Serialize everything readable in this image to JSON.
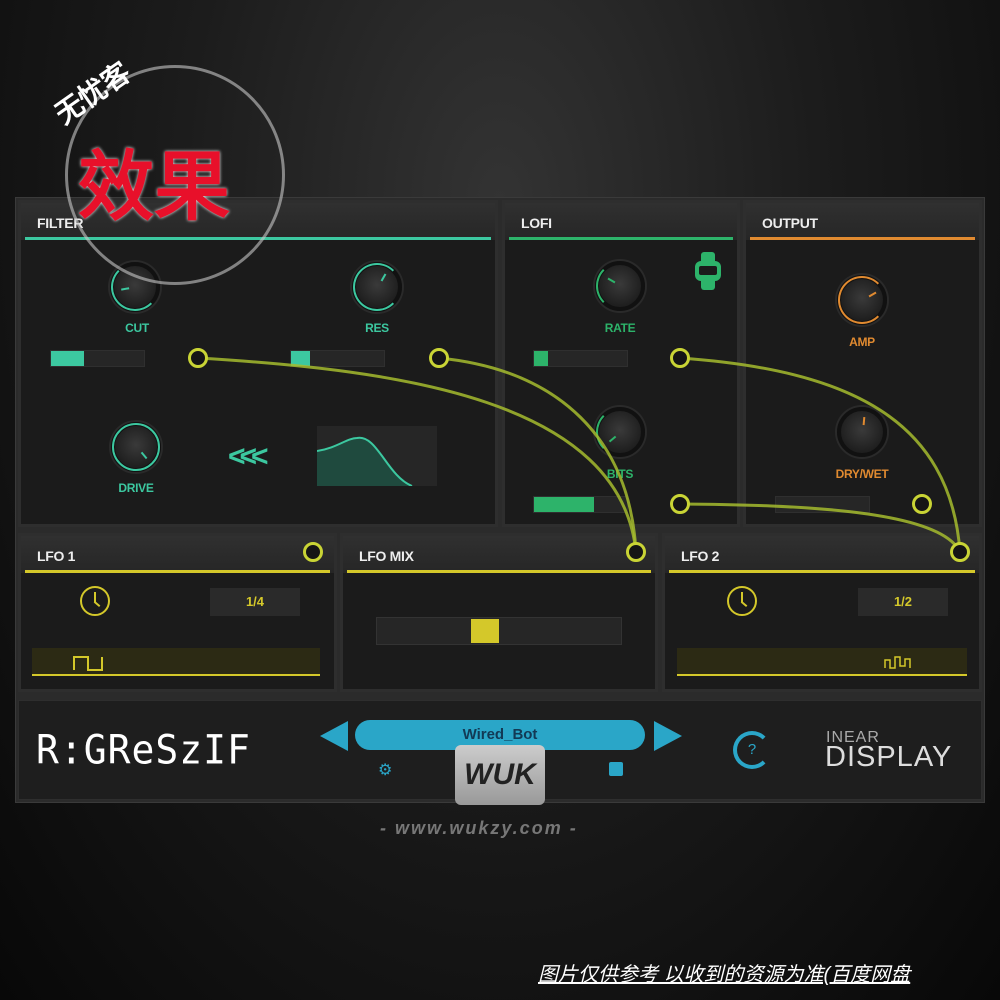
{
  "colors": {
    "filter": "#3cc8a0",
    "lofi": "#2db36a",
    "output": "#e08a30",
    "lfo": "#d4c82a",
    "cable": "#b9cc3a",
    "preset": "#2aa6c8"
  },
  "filter": {
    "title": "FILTER",
    "knobs": [
      {
        "label": "CUT",
        "value": 0.25
      },
      {
        "label": "RES",
        "value": 0.65
      },
      {
        "label": "DRIVE",
        "value": 0.75
      }
    ],
    "cut_mod_amount": 0.35,
    "res_mod_amount": 0.2,
    "arrows": "<<<"
  },
  "lofi": {
    "title": "LOFI",
    "knobs": [
      {
        "label": "RATE",
        "value": 0.1
      },
      {
        "label": "BITS",
        "value": 0.2
      }
    ],
    "rate_mod_amount": 0.15,
    "bits_mod_amount": 0.65,
    "icon": "watch-icon"
  },
  "output": {
    "title": "OUTPUT",
    "knobs": [
      {
        "label": "AMP",
        "value": 0.7
      },
      {
        "label": "DRY/WET",
        "value": 0.5
      }
    ],
    "drywet_mod_amount": 0
  },
  "lfo1": {
    "title": "LFO 1",
    "rate": "1/4",
    "waveform": "square"
  },
  "lfomix": {
    "title": "LFO MIX",
    "mix": 0.42
  },
  "lfo2": {
    "title": "LFO 2",
    "rate": "1/2",
    "waveform": "random"
  },
  "bottom": {
    "logo": "R:GReSzIF",
    "preset": "Wired_Bot",
    "brand_top": "INEAR",
    "brand_bottom": "DISPLAY"
  },
  "watermark": {
    "top": "无忧客",
    "main": "效果",
    "badge": "WUK",
    "url": "- www.wukzy.com -",
    "footer": "图片仅供参考 以收到的资源为准(百度网盘"
  }
}
